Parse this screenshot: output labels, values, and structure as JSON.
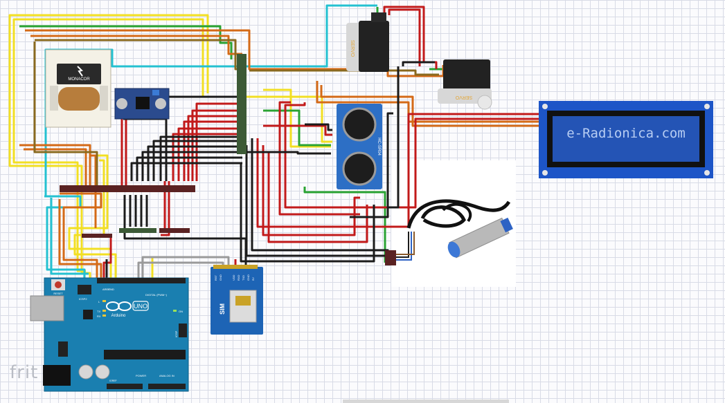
{
  "watermark": "frit",
  "lcd": {
    "text": "e-Radionica.com",
    "bg": "#1d55c7",
    "text_color": "#b7cdf3"
  },
  "servo_top": {
    "label": "SERVO"
  },
  "servo_right": {
    "label": "SERVO"
  },
  "transformer": {
    "brand": "MONACOR"
  },
  "ultrasonic": {
    "label": "HC-SR04"
  },
  "sim_module": {
    "label": "SIM",
    "pins": [
      "RST",
      "GND",
      "VDD",
      "RXD",
      "TXD",
      "GND",
      "5V"
    ]
  },
  "arduino": {
    "brand": "Arduino",
    "model": "UNO",
    "reset_label": "RESET",
    "icsp2_label": "ICSP2",
    "icsp_label": "ICSP",
    "digital_label": "DIGITAL (PWM~)",
    "power_label": "POWER",
    "analog_label": "ANALOG IN",
    "on_label": "ON",
    "tx_label": "TX",
    "rx_label": "RX",
    "l_label": "L",
    "aref_label": "AREF",
    "gnd_label": "GND",
    "ioref_label": "IOREF",
    "board_color": "#1a7fb0"
  },
  "colors": {
    "red": "#c21a1a",
    "black": "#1b1b1b",
    "yellow": "#f2df23",
    "orange": "#d46a17",
    "green": "#2aa333",
    "cyan": "#24c1d1",
    "olive": "#8a6a1f",
    "gray": "#9a9a9a"
  }
}
